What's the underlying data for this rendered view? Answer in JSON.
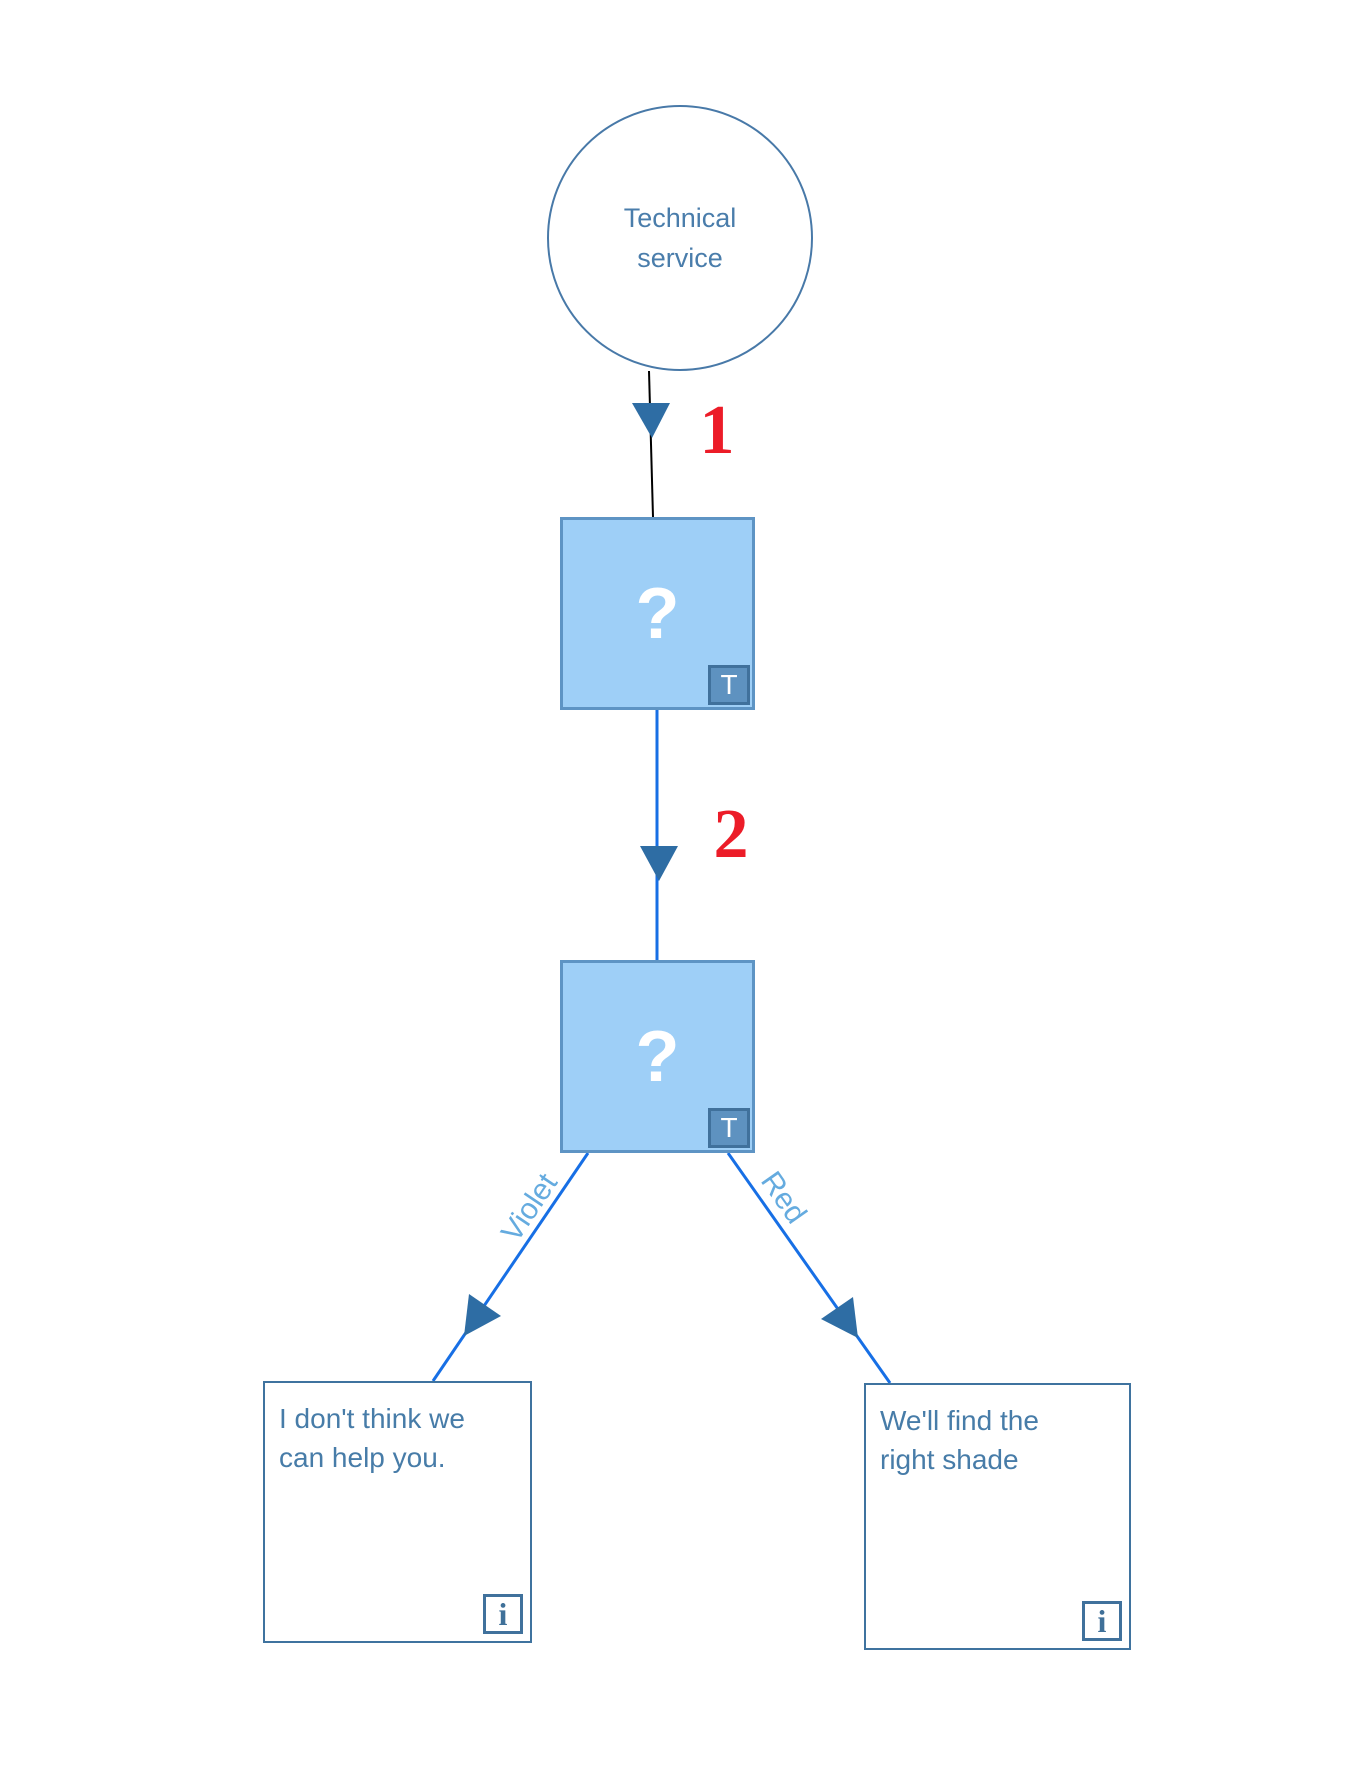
{
  "colors": {
    "node_outline": "#4879a8",
    "task_fill": "#9ecff7",
    "task_border": "#5e94c4",
    "badge_fill": "#5e92c0",
    "flow_line": "#176fe5",
    "plain_line": "#000000",
    "arrowhead": "#2e6da4",
    "step_number": "#ec1c28",
    "edge_label": "#65abdf",
    "node_text": "#477ca8"
  },
  "nodes": {
    "start": {
      "label": "Technical\nservice"
    },
    "question_1": {
      "glyph": "?",
      "badge": "T"
    },
    "question_2": {
      "glyph": "?",
      "badge": "T"
    },
    "result_left": {
      "text": "I don't think we\ncan help you.",
      "badge": "i"
    },
    "result_right": {
      "text": "We'll find the\nright shade",
      "badge": "i"
    }
  },
  "edges": {
    "step_1": {
      "label": "1"
    },
    "step_2": {
      "label": "2"
    },
    "violet": {
      "label": "Violet"
    },
    "red": {
      "label": "Red"
    }
  }
}
